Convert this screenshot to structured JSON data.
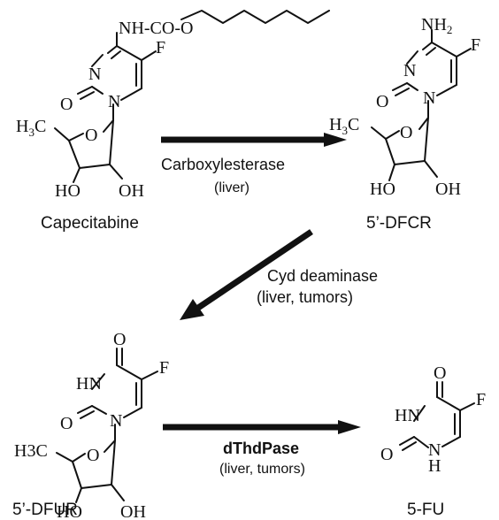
{
  "compounds": {
    "capecitabine": {
      "name": "Capecitabine",
      "amide_group": "NH-CO-O",
      "ring_n": "N",
      "ring_n1": "N",
      "carbonyl_o": "O",
      "fluoro": "F",
      "sugar_o": "O",
      "methyl_h": "H",
      "methyl_sub": "3",
      "methyl_c": "C",
      "hydroxyl_left": "HO",
      "hydroxyl_right": "OH"
    },
    "dfcr": {
      "name": "5’-DFCR",
      "amine_group": "NH",
      "amine_sub": "2",
      "ring_n": "N",
      "ring_n1": "N",
      "carbonyl_o": "O",
      "fluoro": "F",
      "sugar_o": "O",
      "methyl_h": "H",
      "methyl_sub": "3",
      "methyl_c": "C",
      "hydroxyl_left": "HO",
      "hydroxyl_right": "OH"
    },
    "dfur": {
      "name": "5’-DFUR",
      "top_o": "O",
      "ring_hn": "HN",
      "ring_n1": "N",
      "carbonyl_o": "O",
      "fluoro": "F",
      "sugar_o": "O",
      "methyl_label": "H3C",
      "hydroxyl_left": "HO",
      "hydroxyl_right": "OH"
    },
    "fu": {
      "name": "5-FU",
      "top_o": "O",
      "ring_hn": "HN",
      "carbonyl_o": "O",
      "fluoro": "F",
      "ring_n": "N",
      "ring_h": "H"
    }
  },
  "reactions": [
    {
      "enzyme": "Carboxylesterase",
      "location": "(liver)"
    },
    {
      "enzyme": "Cyd deaminase",
      "location": "(liver, tumors)"
    },
    {
      "enzyme": "dThdPase",
      "location": "(liver, tumors)"
    }
  ]
}
